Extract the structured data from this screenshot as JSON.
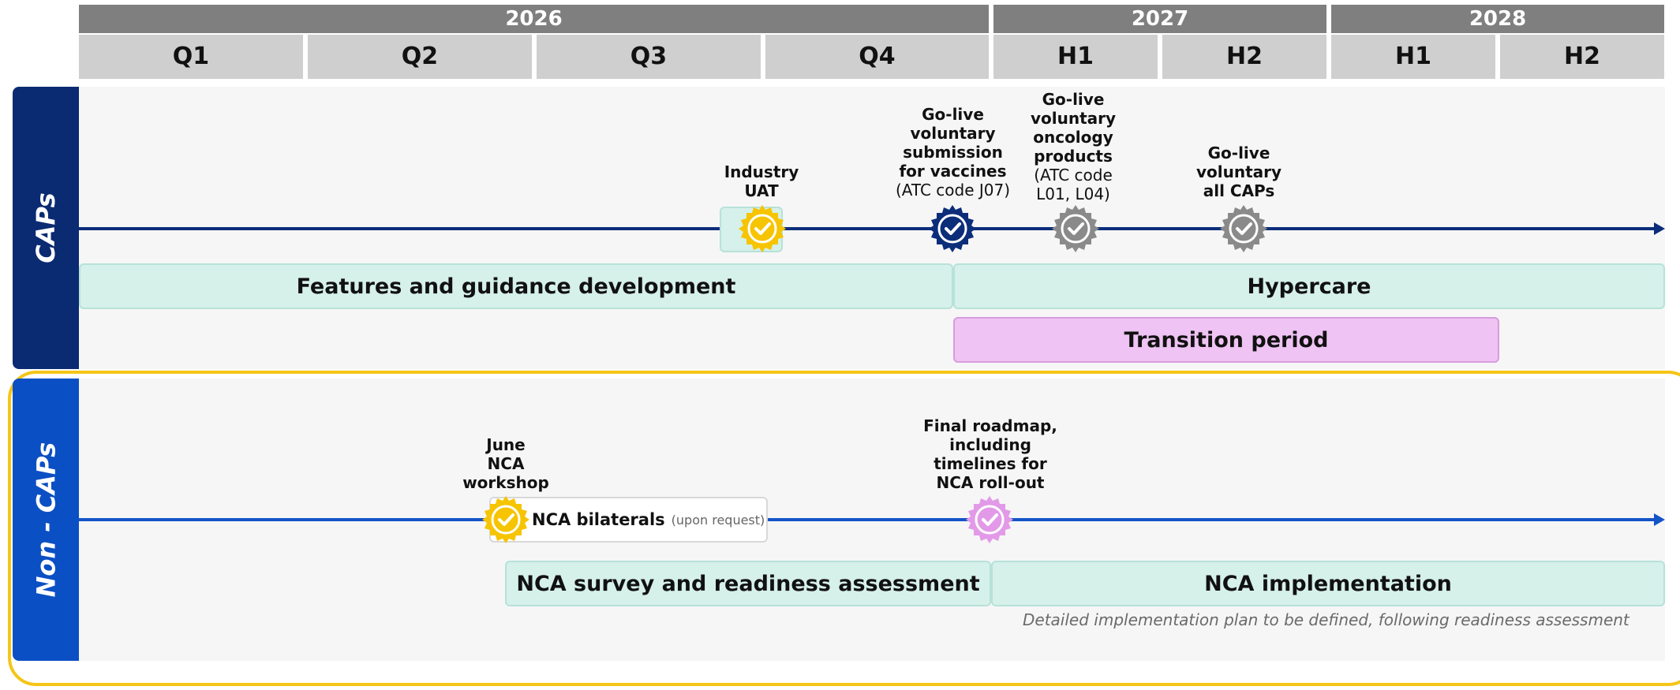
{
  "header": {
    "years": [
      "2026",
      "2027",
      "2028"
    ],
    "periods": [
      "Q1",
      "Q2",
      "Q3",
      "Q4",
      "H1",
      "H2",
      "H1",
      "H2"
    ]
  },
  "lanes": {
    "caps": {
      "label": "CAPs",
      "color": "#0a2a72",
      "axis_color": "#0b2d7a",
      "milestones": [
        {
          "lines_bold": [
            "Industry",
            "UAT"
          ],
          "lines_normal": [],
          "badge": "yellow"
        },
        {
          "lines_bold": [
            "Go-live",
            "voluntary",
            "submission",
            "for vaccines"
          ],
          "lines_normal": [
            "(ATC code J07)"
          ],
          "badge": "navy"
        },
        {
          "lines_bold": [
            "Go-live",
            "voluntary",
            "oncology",
            "products"
          ],
          "lines_normal": [
            "(ATC code",
            "L01, L04)"
          ],
          "badge": "grey"
        },
        {
          "lines_bold": [
            "Go-live",
            "voluntary",
            "all CAPs"
          ],
          "lines_normal": [],
          "badge": "grey"
        }
      ],
      "bars": {
        "features": "Features and guidance development",
        "hypercare": "Hypercare",
        "transition": "Transition period"
      }
    },
    "noncaps": {
      "label": "Non - CAPs",
      "color": "#0b4fc4",
      "axis_color": "#1454c8",
      "highlight_color": "#f5c518",
      "milestones": [
        {
          "lines_bold": [
            "June",
            "NCA",
            "workshop"
          ],
          "lines_normal": [],
          "badge": "yellow"
        },
        {
          "lines_bold": [
            "Final roadmap,",
            "including",
            "timelines for",
            "NCA roll-out"
          ],
          "lines_normal": [],
          "badge": "pink"
        }
      ],
      "bilaterals": {
        "title": "NCA bilaterals",
        "note": "(upon request)"
      },
      "bars": {
        "survey": "NCA survey and readiness assessment",
        "implementation": "NCA implementation"
      },
      "footnote": "Detailed implementation plan to be defined, following readiness assessment"
    }
  },
  "badge_colors": {
    "yellow": "#f6c400",
    "navy": "#0b2d7a",
    "grey": "#8a8a8a",
    "pink": "#e29ae8"
  }
}
